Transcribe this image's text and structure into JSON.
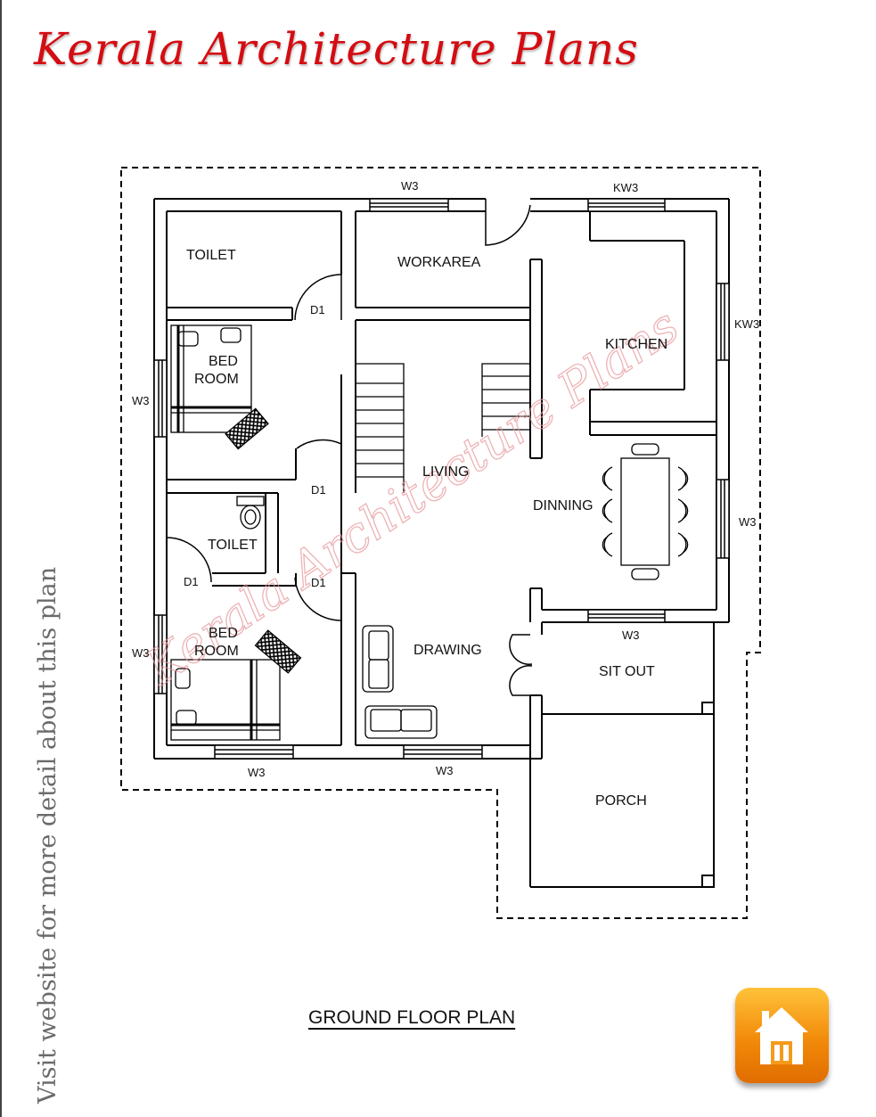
{
  "brand": {
    "title": "Kerala Architecture Plans",
    "color": "#d40d12"
  },
  "side_note": "Visit website for more detail about this plan",
  "plan_title": "GROUND FLOOR PLAN",
  "rooms": {
    "toilet_1": "TOILET",
    "workarea": "WORKAREA",
    "kitchen": "KITCHEN",
    "bedroom_1_a": "BED",
    "bedroom_1_b": "ROOM",
    "living": "LIVING",
    "dinning": "DINNING",
    "toilet_2": "TOILET",
    "bedroom_2_a": "BED",
    "bedroom_2_b": "ROOM",
    "drawing": "DRAWING",
    "sit_out": "SIT OUT",
    "porch": "PORCH"
  },
  "openings": {
    "w3_top": "W3",
    "kw3_top": "KW3",
    "kw3_right": "KW3",
    "w3_left_1": "W3",
    "w3_right": "W3",
    "w3_sitout": "W3",
    "w3_left_2": "W3",
    "w3_bottom_1": "W3",
    "w3_bottom_2": "W3",
    "d1_toilet": "D1",
    "d1_bed1": "D1",
    "d1_toilet2": "D1",
    "d1_bed2": "D1"
  },
  "watermark": "Kerala Architecture Plans",
  "home_button": {
    "icon": "home-icon"
  }
}
